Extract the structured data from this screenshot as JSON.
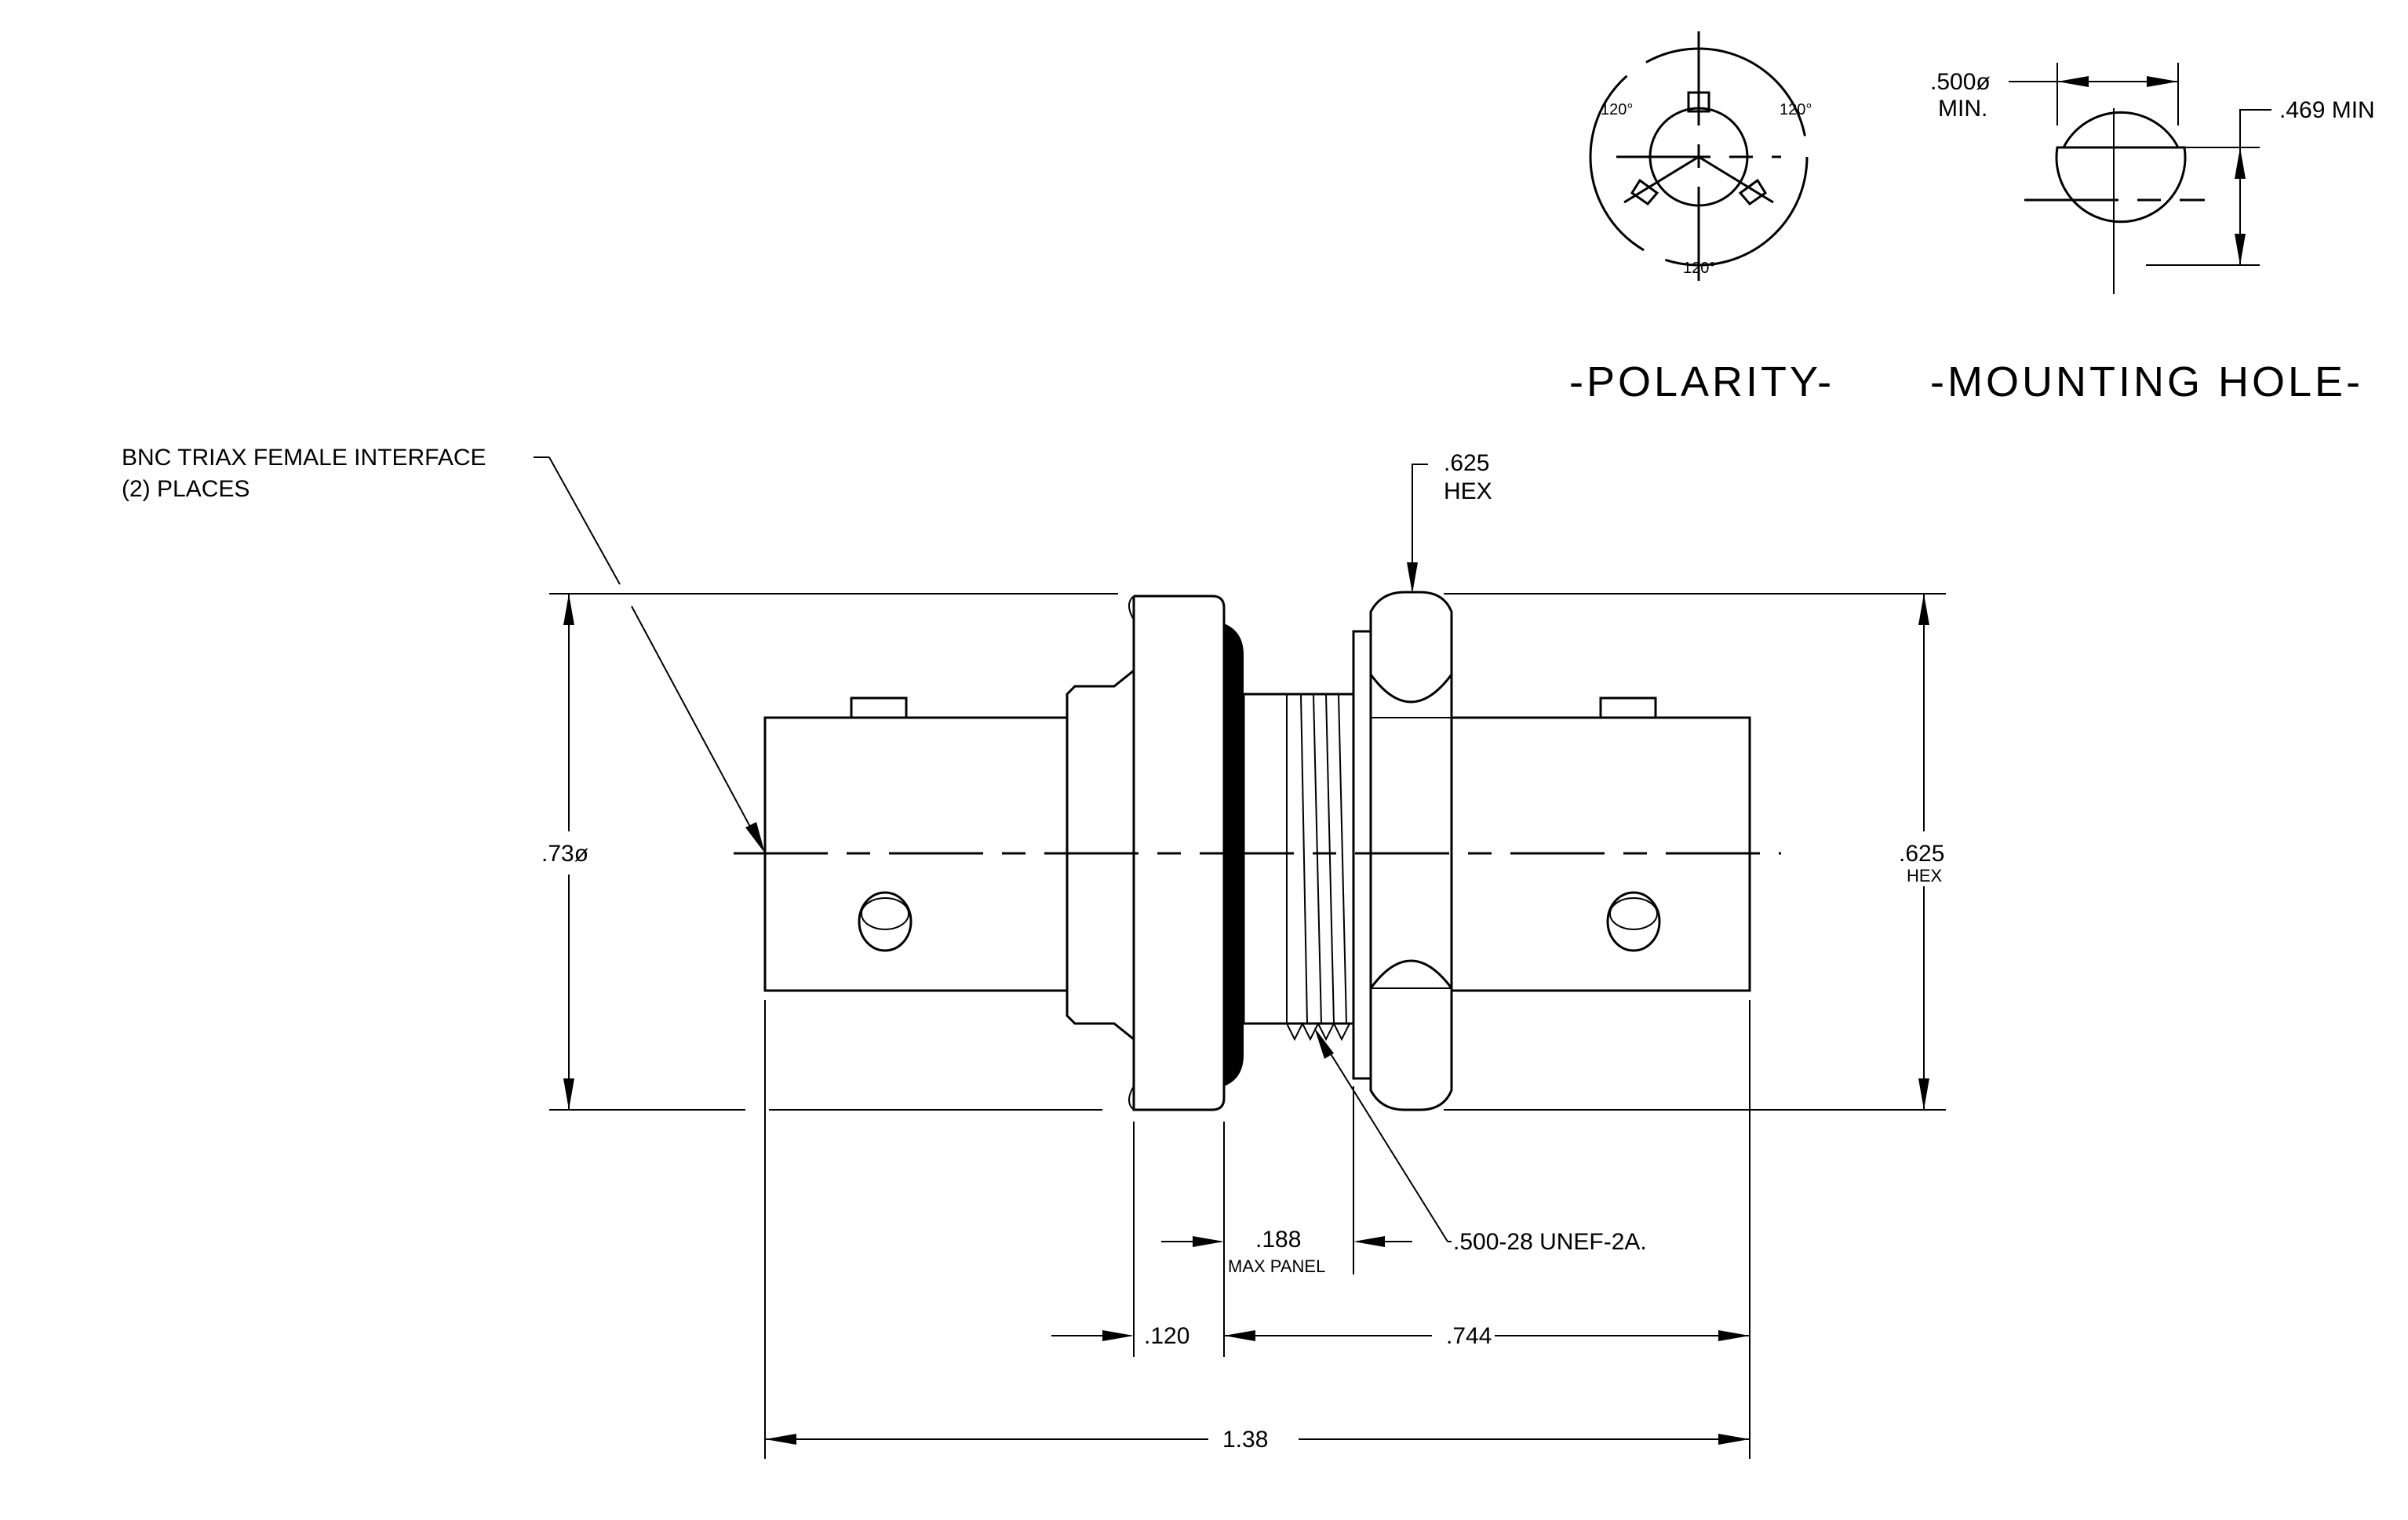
{
  "labels": {
    "interface_line1": "BNC TRIAX FEMALE INTERFACE",
    "interface_line2": "(2)  PLACES",
    "hex_top_value": ".625",
    "hex_top_unit": "HEX",
    "diameter": ".73ø",
    "hex_right_value": ".625",
    "hex_right_unit": "HEX",
    "panel_value": ".188",
    "panel_unit": "MAX PANEL",
    "thread": ".500-28 UNEF-2A.",
    "flange": ".120",
    "body_length": ".744",
    "overall_length": "1.38"
  },
  "polarity": {
    "title": "-POLARITY-",
    "angle_top_left": "120°",
    "angle_top_right": "120°",
    "angle_bottom": "120°"
  },
  "mounting_hole": {
    "title": "-MOUNTING HOLE-",
    "diameter_value": ".500ø",
    "diameter_unit": "MIN.",
    "flat_value": ".469 MIN"
  }
}
